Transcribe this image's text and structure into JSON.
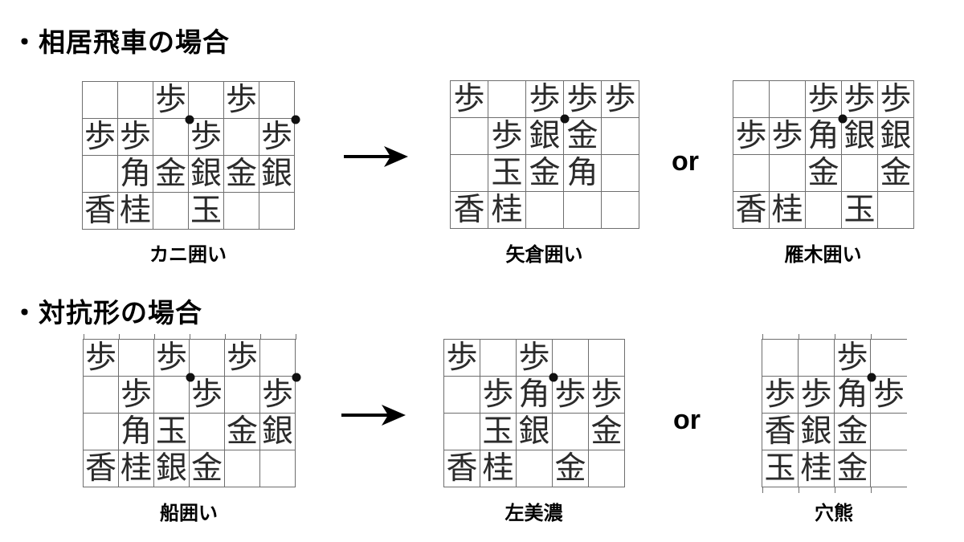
{
  "colors": {
    "background": "#ffffff",
    "grid_line": "#6e6e6e",
    "piece": "#2b2b2b",
    "text": "#000000"
  },
  "sections": [
    {
      "title": "・相居飛車の場合",
      "or_label": "or",
      "boards": [
        {
          "label": "カニ囲い",
          "cols": 6,
          "rows": 4,
          "open_right": false,
          "cells": [
            [
              "",
              "",
              "歩",
              "",
              "歩",
              ""
            ],
            [
              "歩",
              "歩",
              "",
              "歩",
              "",
              "歩"
            ],
            [
              "",
              "角",
              "金",
              "銀",
              "金",
              "銀"
            ],
            [
              "香",
              "桂",
              "",
              "玉",
              "",
              ""
            ]
          ],
          "dots": [
            {
              "col": 3,
              "row": 1
            },
            {
              "col": 6,
              "row": 1
            }
          ]
        },
        {
          "label": "矢倉囲い",
          "cols": 5,
          "rows": 4,
          "open_right": false,
          "cells": [
            [
              "歩",
              "",
              "歩",
              "歩",
              "歩"
            ],
            [
              "",
              "歩",
              "銀",
              "金",
              ""
            ],
            [
              "",
              "玉",
              "金",
              "角",
              ""
            ],
            [
              "香",
              "桂",
              "",
              "",
              ""
            ]
          ],
          "dots": [
            {
              "col": 3,
              "row": 1
            }
          ]
        },
        {
          "label": "雁木囲い",
          "cols": 5,
          "rows": 4,
          "open_right": false,
          "cells": [
            [
              "",
              "",
              "歩",
              "歩",
              "歩"
            ],
            [
              "歩",
              "歩",
              "角",
              "銀",
              "銀"
            ],
            [
              "",
              "",
              "金",
              "",
              "金"
            ],
            [
              "香",
              "桂",
              "",
              "玉",
              ""
            ]
          ],
          "dots": [
            {
              "col": 3,
              "row": 1
            }
          ]
        }
      ]
    },
    {
      "title": "・対抗形の場合",
      "or_label": "or",
      "boards": [
        {
          "label": "船囲い",
          "cols": 6,
          "rows": 4,
          "open_right": false,
          "cells": [
            [
              "歩",
              "",
              "歩",
              "",
              "歩",
              ""
            ],
            [
              "",
              "歩",
              "",
              "歩",
              "",
              "歩"
            ],
            [
              "",
              "角",
              "玉",
              "",
              "金",
              "銀"
            ],
            [
              "香",
              "桂",
              "銀",
              "金",
              "",
              ""
            ]
          ],
          "dots": [
            {
              "col": 3,
              "row": 1
            },
            {
              "col": 6,
              "row": 1
            }
          ]
        },
        {
          "label": "左美濃",
          "cols": 5,
          "rows": 4,
          "open_right": false,
          "cells": [
            [
              "歩",
              "",
              "歩",
              "",
              ""
            ],
            [
              "",
              "歩",
              "角",
              "歩",
              "歩"
            ],
            [
              "",
              "玉",
              "銀",
              "",
              "金"
            ],
            [
              "香",
              "桂",
              "",
              "金",
              ""
            ]
          ],
          "dots": [
            {
              "col": 3,
              "row": 1
            }
          ]
        },
        {
          "label": "穴熊",
          "cols": 4,
          "rows": 4,
          "open_right": true,
          "cells": [
            [
              "",
              "",
              "歩",
              ""
            ],
            [
              "歩",
              "歩",
              "角",
              "歩"
            ],
            [
              "香",
              "銀",
              "金",
              ""
            ],
            [
              "玉",
              "桂",
              "金",
              ""
            ]
          ],
          "dots": [
            {
              "col": 3,
              "row": 1
            }
          ]
        }
      ]
    }
  ]
}
